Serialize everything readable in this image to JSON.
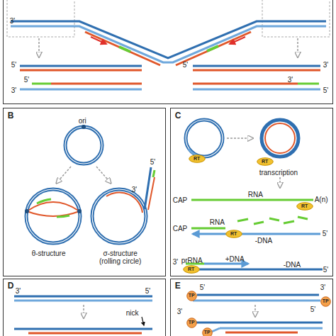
{
  "diagram": {
    "nodes": [
      {
        "text": [
          "3'",
          "5'",
          "3'",
          "5'",
          "3'",
          "5'",
          "3'",
          "5'"
        ]
      },
      {
        "text": [
          "B",
          "ori",
          "5'",
          "3'",
          "θ-structure",
          "σ-structure (rolling circle)"
        ]
      },
      {
        "text": [
          "C",
          "transcription",
          "CAP",
          "RNA",
          "A(n)",
          "CAP",
          "RNA",
          "-DNA",
          "5'",
          "3'",
          "prRNA",
          "+DNA",
          "-DNA",
          "5'"
        ]
      },
      {
        "text": [
          "RT"
        ],
        "in": 2
      },
      {
        "text": [
          "RT"
        ],
        "in": 2
      },
      {
        "text": [
          "RT"
        ],
        "in": 2
      },
      {
        "text": [
          "RT"
        ],
        "in": 2
      },
      {
        "text": [
          "RT"
        ],
        "in": 2
      },
      {
        "text": [
          "D",
          "3'",
          "5'",
          "nick"
        ]
      },
      {
        "text": [
          "E",
          "5'",
          "3'",
          "3'",
          "5'"
        ]
      },
      {
        "text": [
          "TP"
        ],
        "in": 9
      },
      {
        "text": [
          "TP"
        ],
        "in": 9
      },
      {
        "text": [
          "TP"
        ],
        "in": 9
      },
      {
        "text": [
          "TP"
        ],
        "in": 9
      }
    ]
  }
}
